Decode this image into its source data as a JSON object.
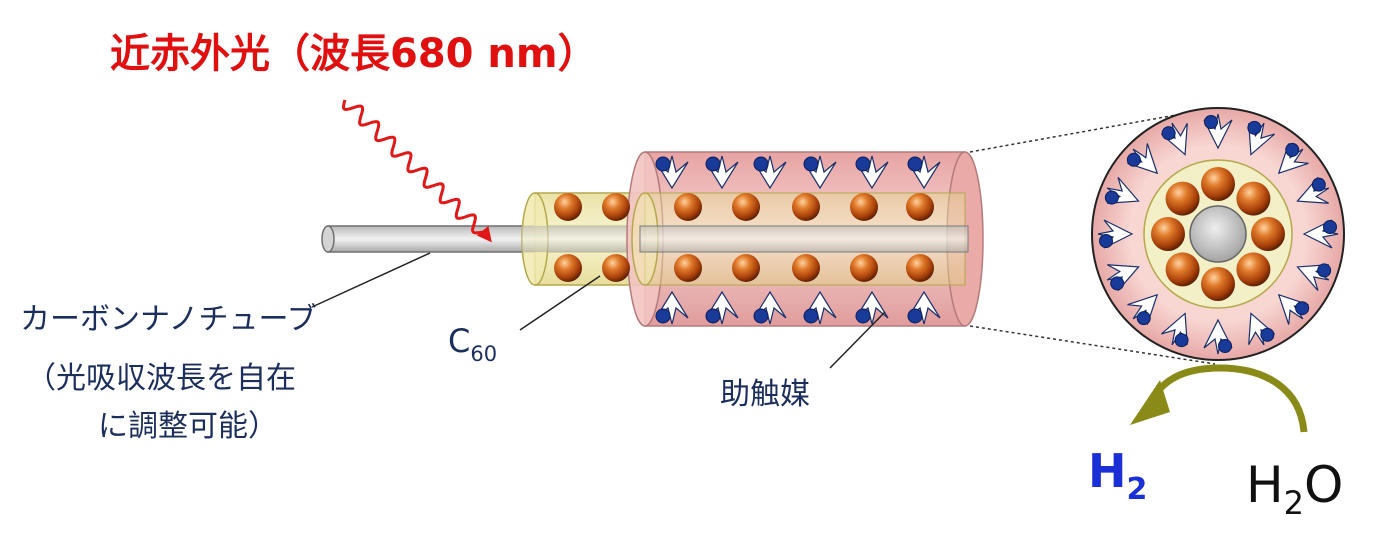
{
  "title": "近赤外光（波長680 nm）",
  "labels": {
    "cnt_line1": "カーボンナノチューブ",
    "cnt_line2": "（光吸収波長を自在",
    "cnt_line3": "に調整可能）",
    "c60_base": "C",
    "c60_sub": "60",
    "cocatalyst": "助触媒",
    "h2_base": "H",
    "h2_sub": "2",
    "h2o_h": "H",
    "h2o_sub": "2",
    "h2o_o": "O"
  },
  "colors": {
    "title": "#e01010",
    "label": "#1c2f5c",
    "h2": "#1a2fd6",
    "arrow_light": "#e01818",
    "reaction_arrow": "#8a8a18",
    "outer_cylinder": "#eab2b2",
    "inner_cylinder": "#ede6a0",
    "c60": "#d35a14",
    "cocatalyst_dot": "#1a3a9a"
  }
}
